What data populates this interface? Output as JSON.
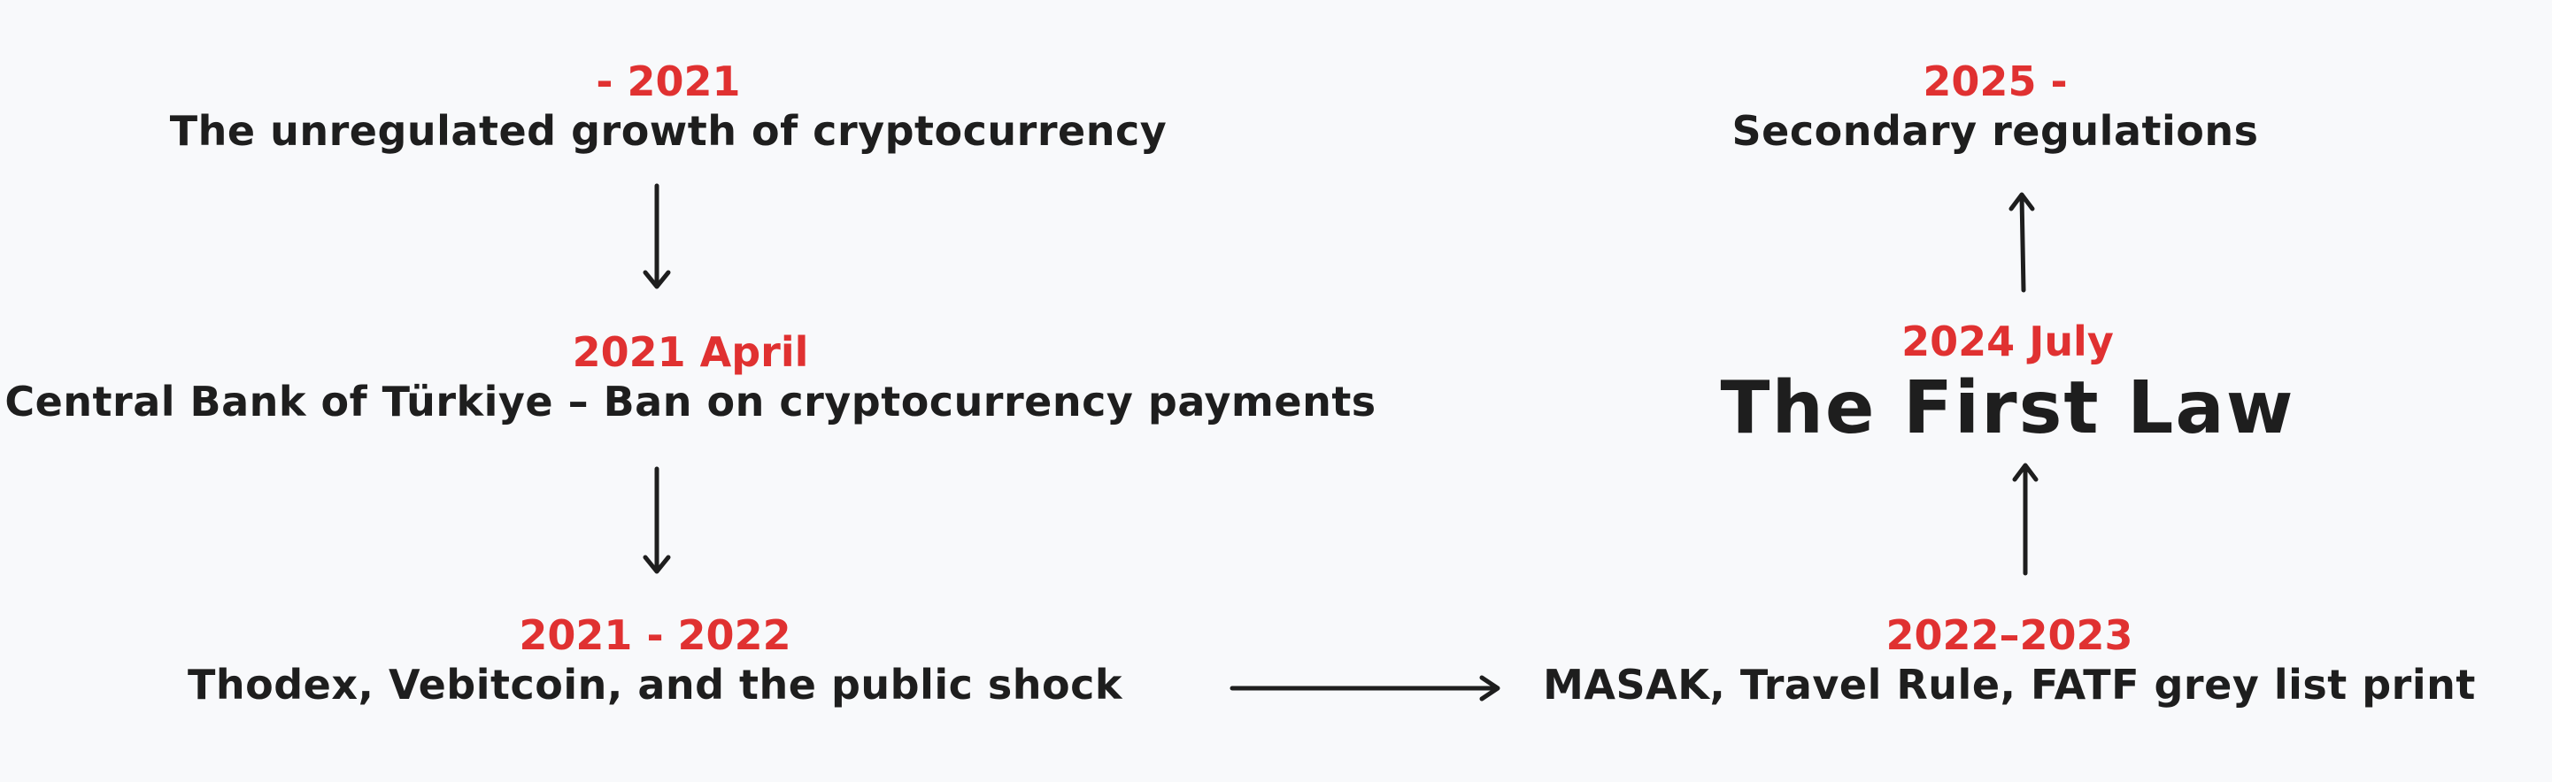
{
  "nodes": [
    {
      "year": "- 2021",
      "title": "The unregulated growth of cryptocurrency"
    },
    {
      "year": "2021 April",
      "title": "Central Bank of Türkiye – Ban on cryptocurrency payments"
    },
    {
      "year": "2021 - 2022",
      "title": "Thodex, Vebitcoin, and the public shock"
    },
    {
      "year": "2022–2023",
      "title": "MASAK, Travel Rule, FATF grey list print"
    },
    {
      "year": "2024 July",
      "title": "The First Law"
    },
    {
      "year": "2025 -",
      "title": "Secondary regulations"
    }
  ],
  "edges": [
    {
      "from": "The unregulated growth of cryptocurrency",
      "to": "Central Bank of Türkiye – Ban on cryptocurrency payments"
    },
    {
      "from": "Central Bank of Türkiye – Ban on cryptocurrency payments",
      "to": "Thodex, Vebitcoin, and the public shock"
    },
    {
      "from": "Thodex, Vebitcoin, and the public shock",
      "to": "MASAK, Travel Rule, FATF grey list print"
    },
    {
      "from": "MASAK, Travel Rule, FATF grey list print",
      "to": "The First Law"
    },
    {
      "from": "The First Law",
      "to": "Secondary regulations"
    }
  ],
  "colors": {
    "year": "#e03131",
    "title": "#1e1e1e",
    "arrow": "#1e1e1e",
    "background": "#f8f9fb"
  }
}
